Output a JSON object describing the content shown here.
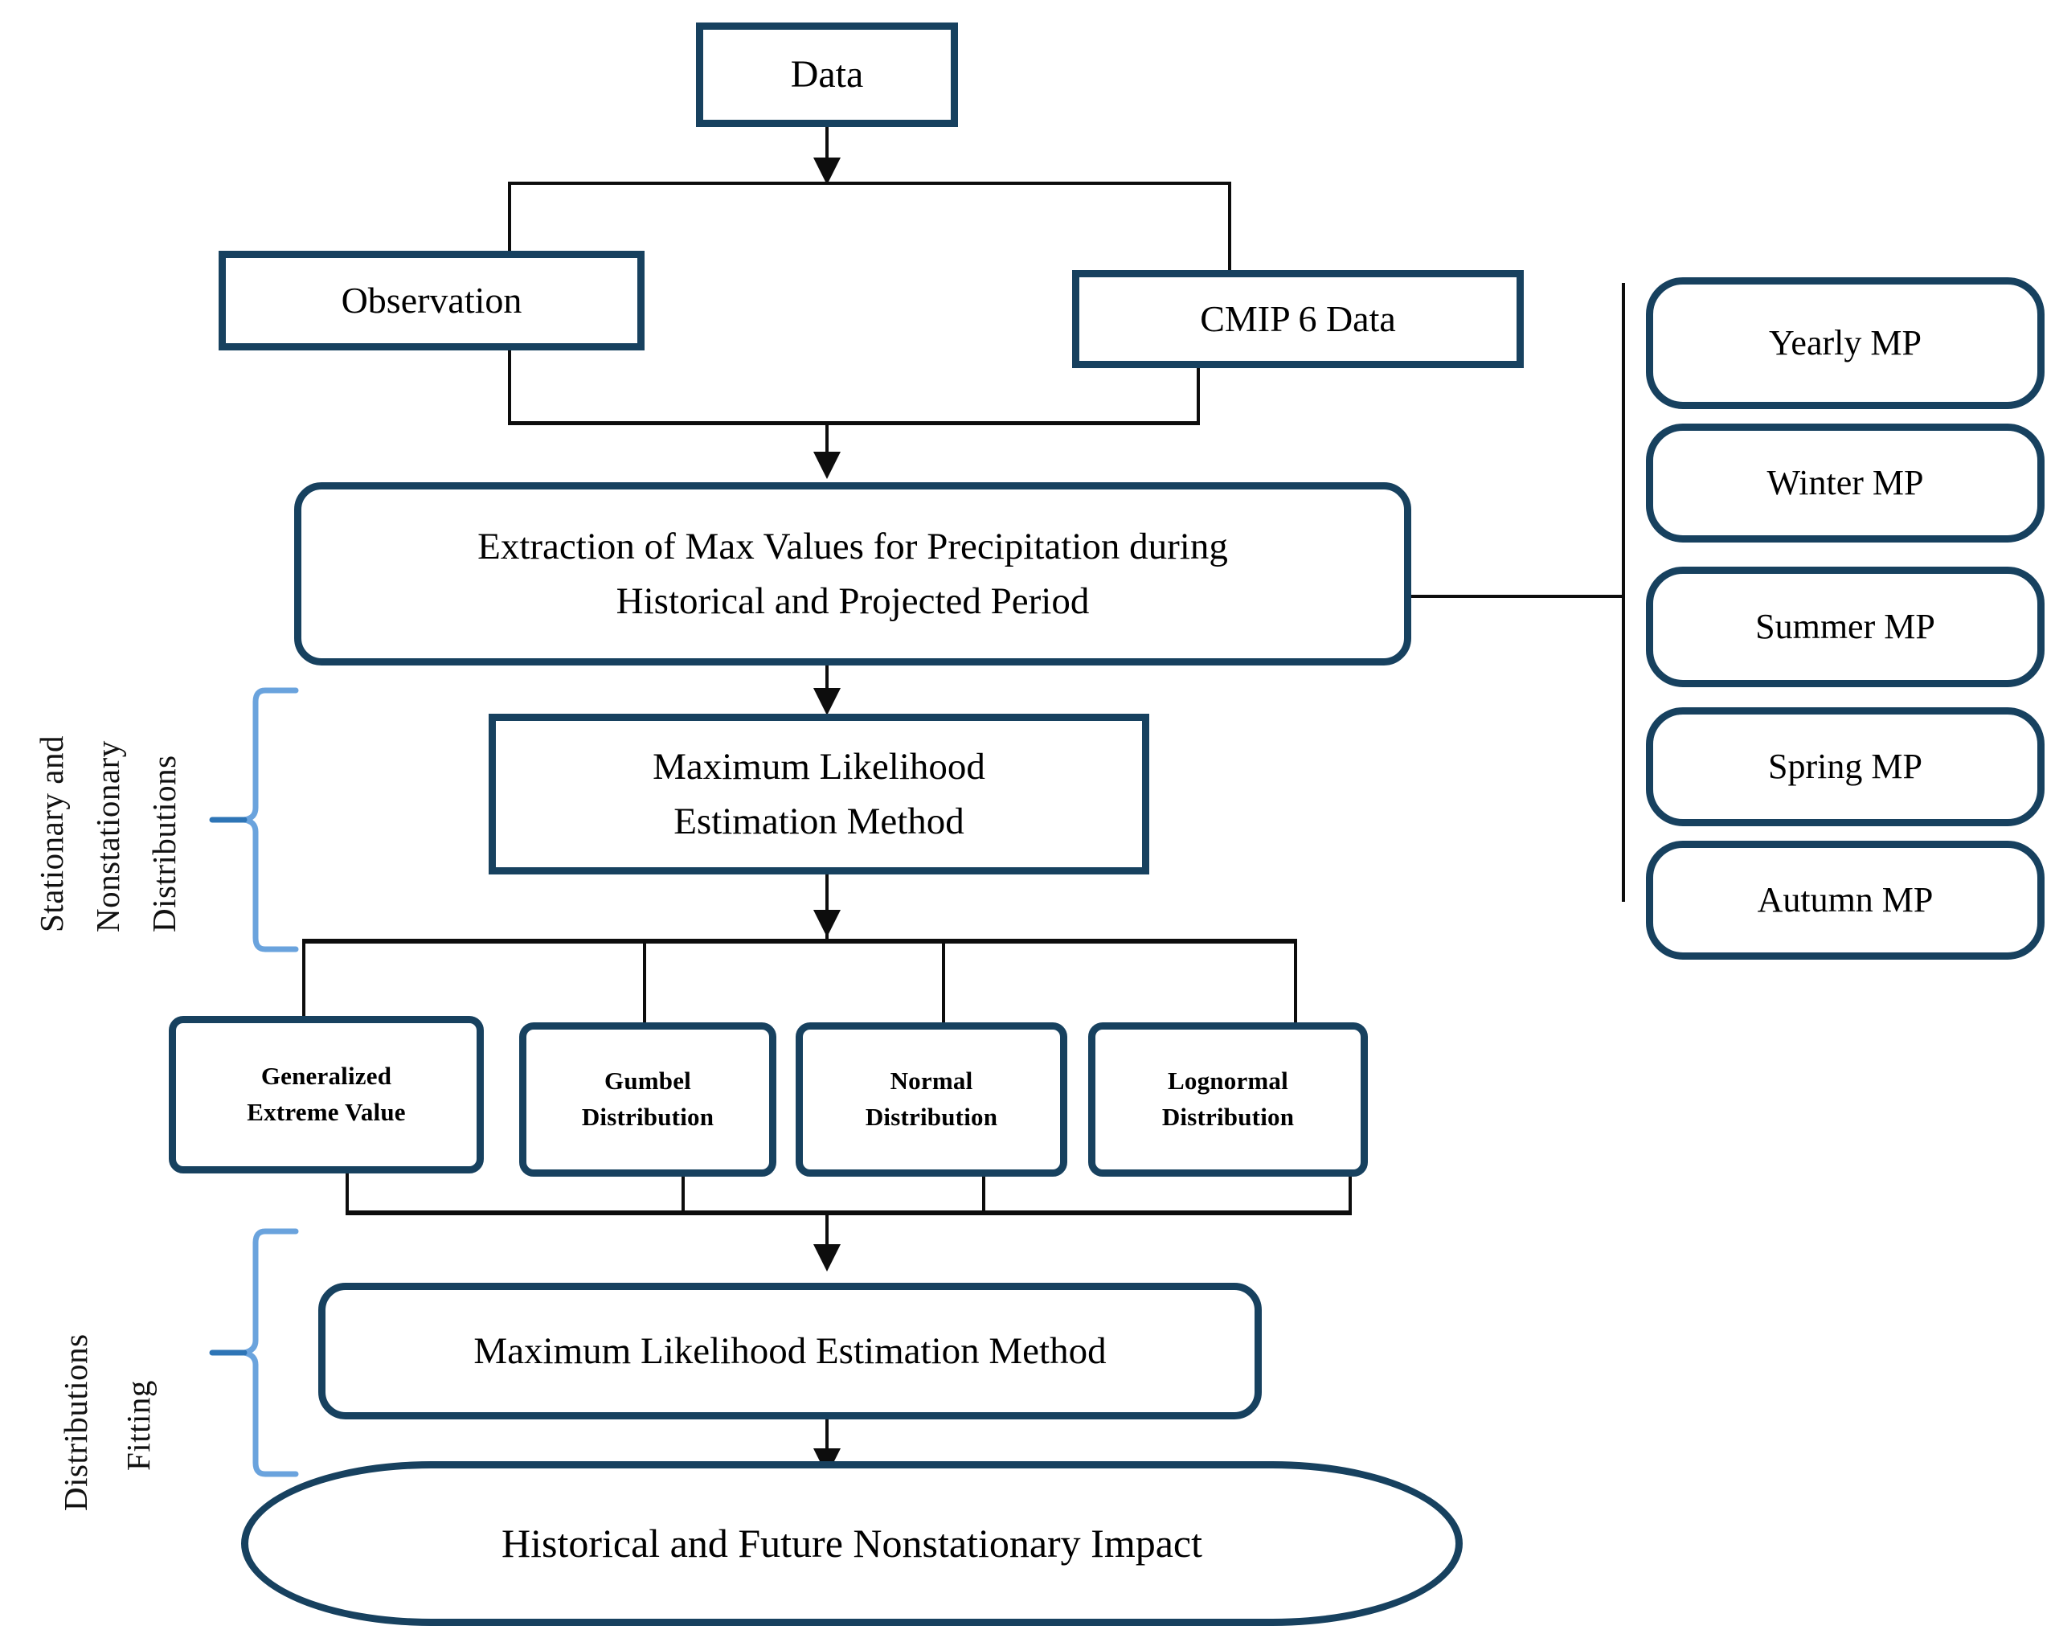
{
  "diagram": {
    "title": "Methodology Flowchart for Nonstationary Precipitation Analysis",
    "colors": {
      "box_border": "#17415f",
      "connector": "#0d0d0d",
      "brace": "#5b9bd5",
      "background": "#ffffff"
    }
  },
  "nodes": {
    "data": {
      "label": "Data"
    },
    "observation": {
      "label": "Observation"
    },
    "cmip6": {
      "label": "CMIP 6 Data"
    },
    "extraction": {
      "line1": "Extraction of Max Values for Precipitation during",
      "line2": "Historical and Projected Period"
    },
    "mle_top": {
      "line1": "Maximum Likelihood",
      "line2": "Estimation Method"
    },
    "mle_bottom": {
      "label": "Maximum Likelihood  Estimation Method"
    },
    "final": {
      "label": "Historical and Future Nonstationary Impact"
    }
  },
  "distributions": [
    {
      "line1": "Generalized",
      "line2": "Extreme Value"
    },
    {
      "line1": "Gumbel",
      "line2": "Distribution"
    },
    {
      "line1": "Normal",
      "line2": "Distribution"
    },
    {
      "line1": "Lognormal",
      "line2": "Distribution"
    }
  ],
  "mp_boxes": [
    {
      "label": "Yearly MP"
    },
    {
      "label": "Winter MP"
    },
    {
      "label": "Summer MP"
    },
    {
      "label": "Spring MP"
    },
    {
      "label": "Autumn MP"
    }
  ],
  "side_labels": {
    "upper": {
      "line1": "Stationary and",
      "line2": "Nonstationary",
      "line3": "Distributions"
    },
    "lower": {
      "line1": "Distributions",
      "line2": "Fitting"
    }
  }
}
